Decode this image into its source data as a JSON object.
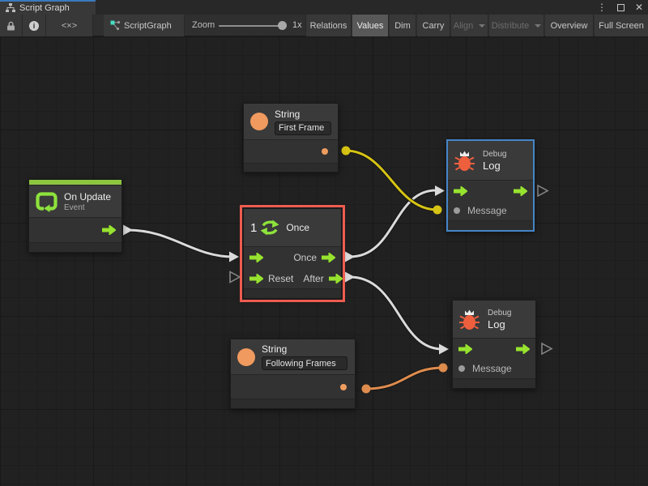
{
  "window": {
    "tab_title": "Script Graph",
    "controls": {
      "menu_icon": "⋮",
      "close_icon": "✕"
    }
  },
  "toolbar": {
    "code_icon_label": "<×>",
    "breadcrumb": "ScriptGraph",
    "zoom": {
      "label": "Zoom",
      "value": "1x"
    },
    "buttons": [
      {
        "label": "Relations",
        "active": false
      },
      {
        "label": "Values",
        "active": true
      },
      {
        "label": "Dim",
        "active": false
      },
      {
        "label": "Carry",
        "active": false
      },
      {
        "label": "Align",
        "disabled": true,
        "dropdown": true
      },
      {
        "label": "Distribute",
        "disabled": true,
        "dropdown": true
      },
      {
        "label": "Overview",
        "active": false
      },
      {
        "label": "Full Screen",
        "active": false
      }
    ]
  },
  "graph": {
    "nodes": {
      "string_first": {
        "title": "String",
        "value": "First Frame"
      },
      "on_update": {
        "title": "On Update",
        "subtitle": "Event"
      },
      "once": {
        "badge": "1",
        "title": "Once",
        "port_out_once": "Once",
        "port_in_reset": "Reset",
        "port_out_after": "After"
      },
      "debug_top": {
        "kicker": "Debug",
        "title": "Log",
        "port_message": "Message"
      },
      "string_following": {
        "title": "String",
        "value": "Following Frames"
      },
      "debug_bottom": {
        "kicker": "Debug",
        "title": "Log",
        "port_message": "Message"
      }
    },
    "connections": [
      {
        "from": "on-update.flow-out",
        "to": "once.flow-in",
        "color": "#dadada"
      },
      {
        "from": "once.out-once",
        "to": "debug-log-top.flow-in",
        "color": "#dadada"
      },
      {
        "from": "once.out-after",
        "to": "debug-log-bottom.flow-in",
        "color": "#dadada"
      },
      {
        "from": "string-first-frame.out",
        "to": "debug-log-top.message",
        "color": "#d6c414"
      },
      {
        "from": "string-following-frames.out",
        "to": "debug-log-bottom.message",
        "color": "#de8c4e"
      }
    ],
    "colors": {
      "selection_red": "#ee5c50",
      "selection_blue": "#4486c8",
      "flow_green": "#97e32f",
      "event_green": "#8cc63f",
      "string_orange": "#f09a5f",
      "wire_yellow": "#d6c414",
      "wire_orange": "#de8c4e",
      "wire_white": "#dadada"
    }
  }
}
